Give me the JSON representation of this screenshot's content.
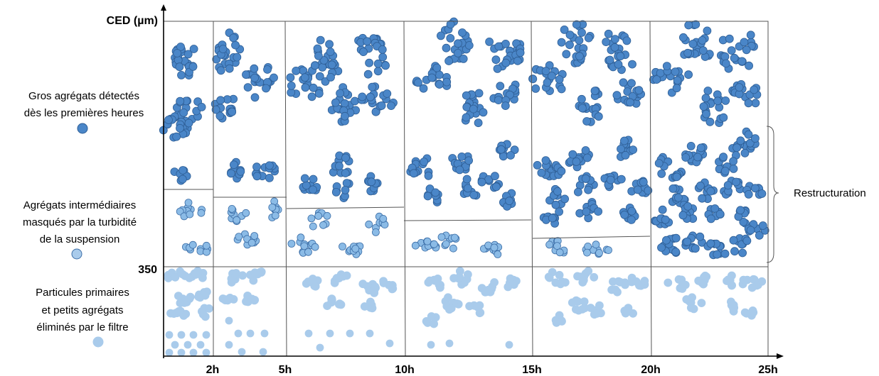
{
  "axis": {
    "y_label": "CED (µm)",
    "threshold_label": "350",
    "x_ticks": [
      "2h",
      "5h",
      "10h",
      "15h",
      "20h",
      "25h"
    ]
  },
  "legend": {
    "large": {
      "lines": [
        "Gros agrégats détectés",
        "dès les premières heures"
      ],
      "color": "#4a86c8"
    },
    "intermediate": {
      "lines": [
        "Agrégats intermédiaires",
        "masqués par la turbidité",
        "de la suspension"
      ],
      "color": "#7fb3e3"
    },
    "small": {
      "lines": [
        "Particules primaires",
        "et petits agrégats",
        "éliminés par le filtre"
      ],
      "color": "#a9cbeb"
    }
  },
  "annotation": {
    "restructuration": "Restructuration"
  },
  "colors": {
    "dark": "#4a86c8",
    "dark_stroke": "#2f5f96",
    "mid": "#8bbbe6",
    "mid_stroke": "#3d6fa8",
    "light": "#a9cbeb",
    "light_stroke": "#a9cbeb"
  }
}
